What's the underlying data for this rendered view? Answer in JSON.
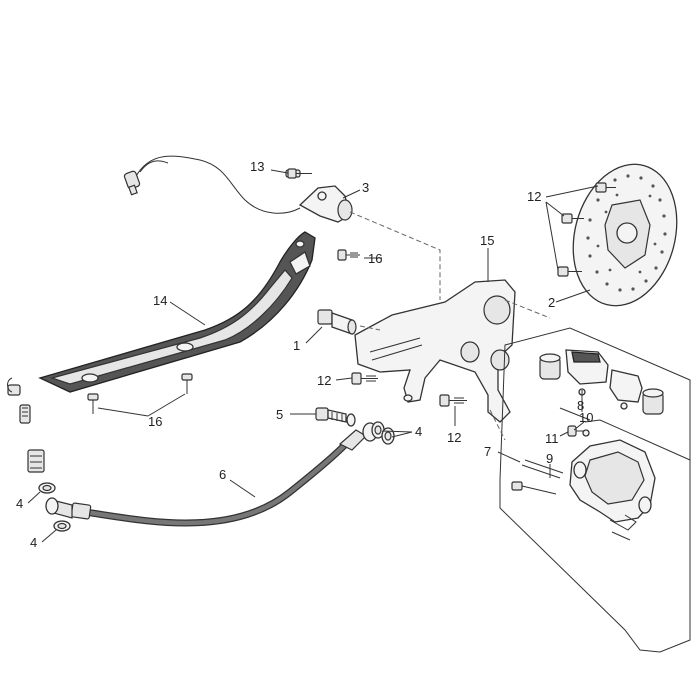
{
  "callouts": [
    "13",
    "3",
    "16",
    "15",
    "12",
    "2",
    "14",
    "1",
    "12",
    "5",
    "4",
    "12",
    "7",
    "8",
    "10",
    "11",
    "9",
    "6",
    "4",
    "4",
    "16"
  ]
}
